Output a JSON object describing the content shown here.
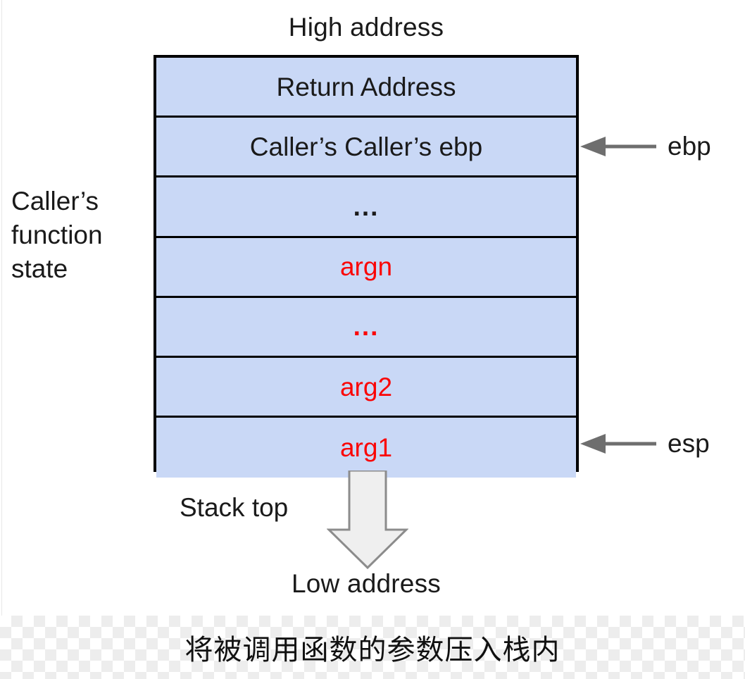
{
  "diagram": {
    "title_top": "High address",
    "title_bottom": "Low address",
    "side_label": "Caller’s\nfunction\nstate",
    "stack_top_label": "Stack top",
    "box_fill_color": "#c9d8f6",
    "box_border_color": "#000000",
    "arg_text_color": "#fa0505",
    "arrow_fill_color": "#efefef",
    "arrow_stroke_color": "#8c8c8c",
    "pointer_arrow_color": "#6e6e6e",
    "rows": [
      {
        "label": "Return Address",
        "color": "black"
      },
      {
        "label": "Caller’s Caller’s ebp",
        "color": "black"
      },
      {
        "label": "...",
        "color": "black"
      },
      {
        "label": "argn",
        "color": "red"
      },
      {
        "label": "...",
        "color": "red"
      },
      {
        "label": "arg2",
        "color": "red"
      },
      {
        "label": "arg1",
        "color": "red"
      }
    ],
    "pointers": [
      {
        "label": "ebp",
        "target_row": 1
      },
      {
        "label": "esp",
        "target_row": 6
      }
    ]
  },
  "caption": {
    "text": "将被调用函数的参数压入栈内"
  }
}
